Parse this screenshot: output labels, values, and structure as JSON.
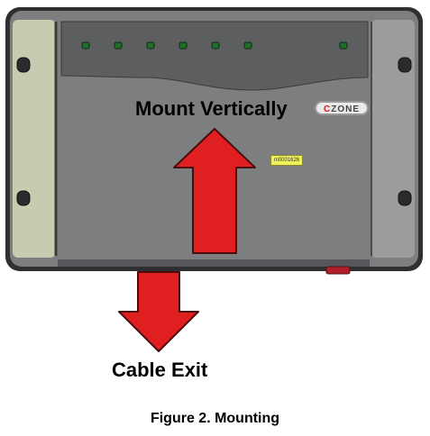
{
  "figure": {
    "caption": "Figure 2. Mounting",
    "mount_label": "Mount Vertically",
    "exit_label": "Cable Exit",
    "serial_label": "m0001626",
    "brand_c": "C",
    "brand_rest": "ZONE",
    "led_count": 7
  },
  "colors": {
    "arrow_fill": "#e02020",
    "arrow_stroke": "#4a0c0c",
    "body": "#7c7e80",
    "panel": "#5c5e60",
    "frame": "#2e2f31",
    "side_panel": "#c9cbb0",
    "led": "#1f6e2a"
  }
}
